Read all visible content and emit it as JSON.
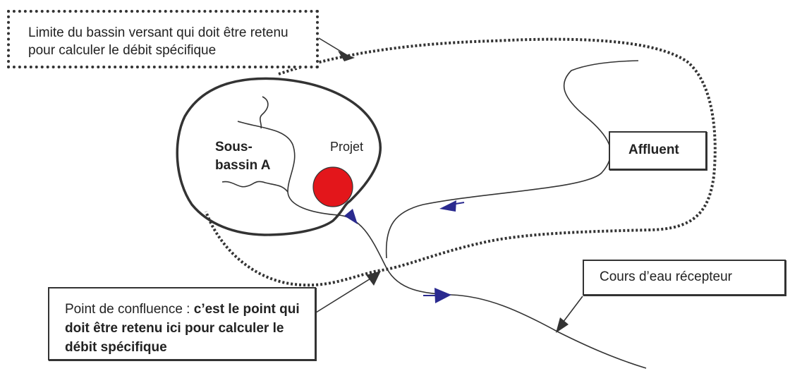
{
  "labels": {
    "limite": "Limite du bassin versant qui doit être retenu pour calculer le débit spécifique",
    "affluent": "Affluent",
    "cours": "Cours d’eau récepteur",
    "confluence_prefix": "Point de confluence : ",
    "confluence_bold": "c’est le point qui doit être retenu ici pour calculer le débit spécifique",
    "projet": "Projet",
    "sous_bassin": "Sous-bassin A"
  },
  "colors": {
    "project_marker": "#e3161b",
    "flow_arrow": "#2a2a8f",
    "line": "#333333"
  },
  "icons": [
    "flow-arrow-icon",
    "project-marker-icon"
  ]
}
